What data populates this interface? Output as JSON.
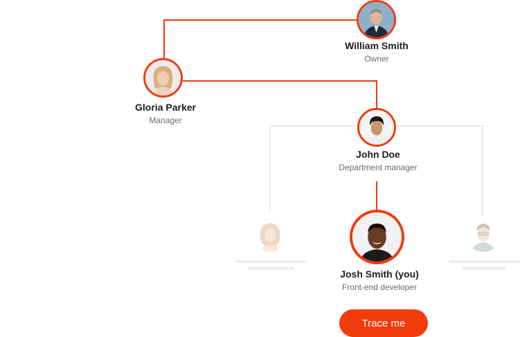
{
  "colors": {
    "accent": "#f03a0e",
    "line_active": "#f03a0e",
    "line_inactive": "#e2e2e2",
    "text_name": "#1c1c1c",
    "text_role": "#6b6b6b"
  },
  "people": {
    "william": {
      "name": "William Smith",
      "role": "Owner"
    },
    "gloria": {
      "name": "Gloria Parker",
      "role": "Manager"
    },
    "john": {
      "name": "John Doe",
      "role": "Department manager"
    },
    "josh": {
      "name": "Josh Smith (you)",
      "role": "Front-end developer"
    }
  },
  "actions": {
    "trace_label": "Trace me"
  }
}
